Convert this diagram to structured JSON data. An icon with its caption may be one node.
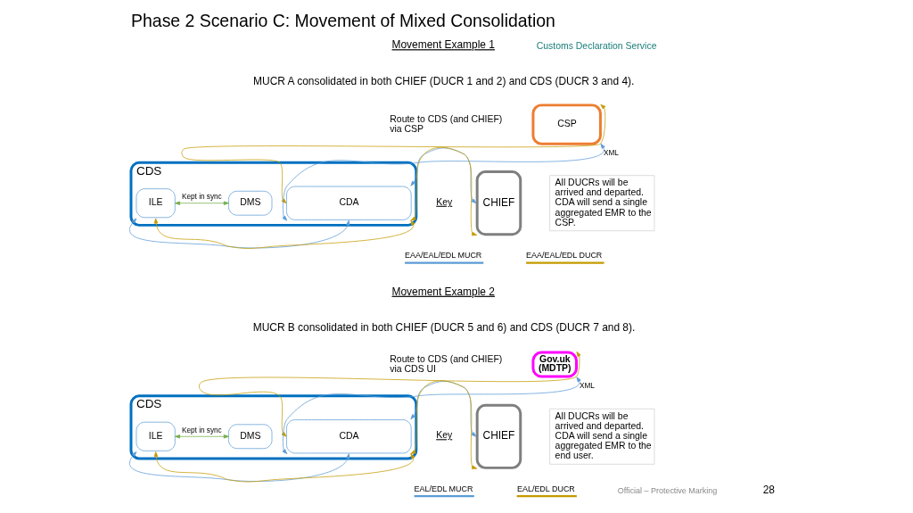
{
  "diagram": {
    "title": "Phase 2 Scenario C: Movement of Mixed Consolidation",
    "nodes": [
      {
        "text": [
          "CSP"
        ]
      },
      {
        "text": [
          "CDS"
        ]
      },
      {
        "text": [
          "ILE"
        ],
        "in": 1
      },
      {
        "text": [
          "DMS"
        ],
        "in": 1
      },
      {
        "text": [
          "CDA"
        ],
        "in": 1
      },
      {
        "text": [
          "CHIEF"
        ]
      },
      {
        "text": [
          "All DUCRs will be arrived and departed. CDA will send a single aggregated EMR to the CSP."
        ]
      },
      {
        "text": [
          "Gov.uk (MDTP)"
        ]
      },
      {
        "text": [
          "CDS"
        ]
      },
      {
        "text": [
          "ILE"
        ],
        "in": 8
      },
      {
        "text": [
          "DMS"
        ],
        "in": 8
      },
      {
        "text": [
          "CDA"
        ],
        "in": 8
      },
      {
        "text": [
          "CHIEF"
        ]
      },
      {
        "text": [
          "All DUCRs will be arrived and departed. CDA will send a single aggregated EMR to the end user."
        ]
      }
    ],
    "edges": [
      {
        "from": 4,
        "to": 0,
        "arrow": "both",
        "color": "#c49a00"
      },
      {
        "from": 4,
        "to": 0,
        "arrow": "both",
        "color": "#5b9bd5",
        "label": "XML"
      },
      {
        "from": 2,
        "to": 3,
        "arrow": "both",
        "color": "#70ad47",
        "label": "Kept in sync"
      },
      {
        "from": 2,
        "to": 4,
        "arrow": "both",
        "color": "#5b9bd5"
      },
      {
        "from": 2,
        "to": 4,
        "arrow": "both",
        "color": "#c49a00"
      },
      {
        "from": 4,
        "to": 5,
        "arrow": "both",
        "color": "#5b9bd5"
      },
      {
        "from": 4,
        "to": 5,
        "arrow": "both",
        "color": "#c49a00"
      },
      {
        "from": 11,
        "to": 7,
        "arrow": "both",
        "color": "#c49a00"
      },
      {
        "from": 11,
        "to": 7,
        "arrow": "both",
        "color": "#5b9bd5",
        "label": "XML"
      },
      {
        "from": 9,
        "to": 10,
        "arrow": "both",
        "color": "#70ad47",
        "label": "Kept in sync"
      },
      {
        "from": 9,
        "to": 11,
        "arrow": "both",
        "color": "#5b9bd5"
      },
      {
        "from": 9,
        "to": 11,
        "arrow": "both",
        "color": "#c49a00"
      },
      {
        "from": 11,
        "to": 12,
        "arrow": "both",
        "color": "#5b9bd5"
      },
      {
        "from": 11,
        "to": 12,
        "arrow": "both",
        "color": "#c49a00"
      }
    ],
    "labels": [
      "Customs Declaration Service",
      "Movement Example 1",
      "MUCR A consolidated in both CHIEF (DUCR 1 and 2) and CDS (DUCR 3 and 4).",
      "Route to CDS (and CHIEF) via CSP",
      "Key",
      "Movement Example 2",
      "MUCR B consolidated in both CHIEF (DUCR 5 and 6) and CDS (DUCR 7 and 8).",
      "Route to CDS (and CHIEF) via CDS UI",
      "Key",
      "Official – Protective Marking",
      "28"
    ],
    "legend": [
      {
        "text": "EAA/EAL/EDL MUCR"
      },
      {
        "text": "EAA/EAL/EDL DUCR"
      },
      {
        "text": "EAL/EDL MUCR"
      },
      {
        "text": "EAL/EDL DUCR"
      }
    ]
  }
}
